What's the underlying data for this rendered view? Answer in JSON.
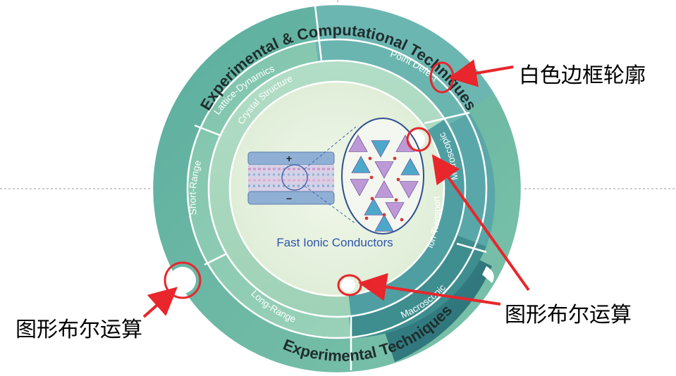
{
  "diagram": {
    "outer_ring_top": "Experimental & Computational Techniques",
    "outer_ring_bottom": "Experimental Techniques",
    "middle_ring": {
      "lattice_dynamics": "Lattice-Dynamics",
      "point_defect": "Point Defect",
      "microscopic": "Microscopic",
      "macroscopic": "Macroscopic",
      "long_range": "Long-Range",
      "short_range": "Short-Range"
    },
    "inner_ring": {
      "crystal_structure": "Crystal Structure",
      "ion_transport": "Ion Transport"
    },
    "center_title": "Fast Ionic Conductors",
    "battery": {
      "plus": "+",
      "minus": "−"
    }
  },
  "annotations": {
    "white_border_callout": "白色边框轮廓",
    "boolean_op_callout_left": "图形布尔运算",
    "boolean_op_callout_right": "图形布尔运算"
  },
  "colors": {
    "outer_ring": "#64b3a4",
    "outer_ring_dark_segment": "#3f8f8a",
    "middle_ring": "#86c8b3",
    "inner_ring": "#a6d9c3",
    "center_fill": "#e6f1e0",
    "accent_segment": "#2f7d80",
    "title_blue": "#2f55a8",
    "annotation_red": "#e8262b"
  }
}
